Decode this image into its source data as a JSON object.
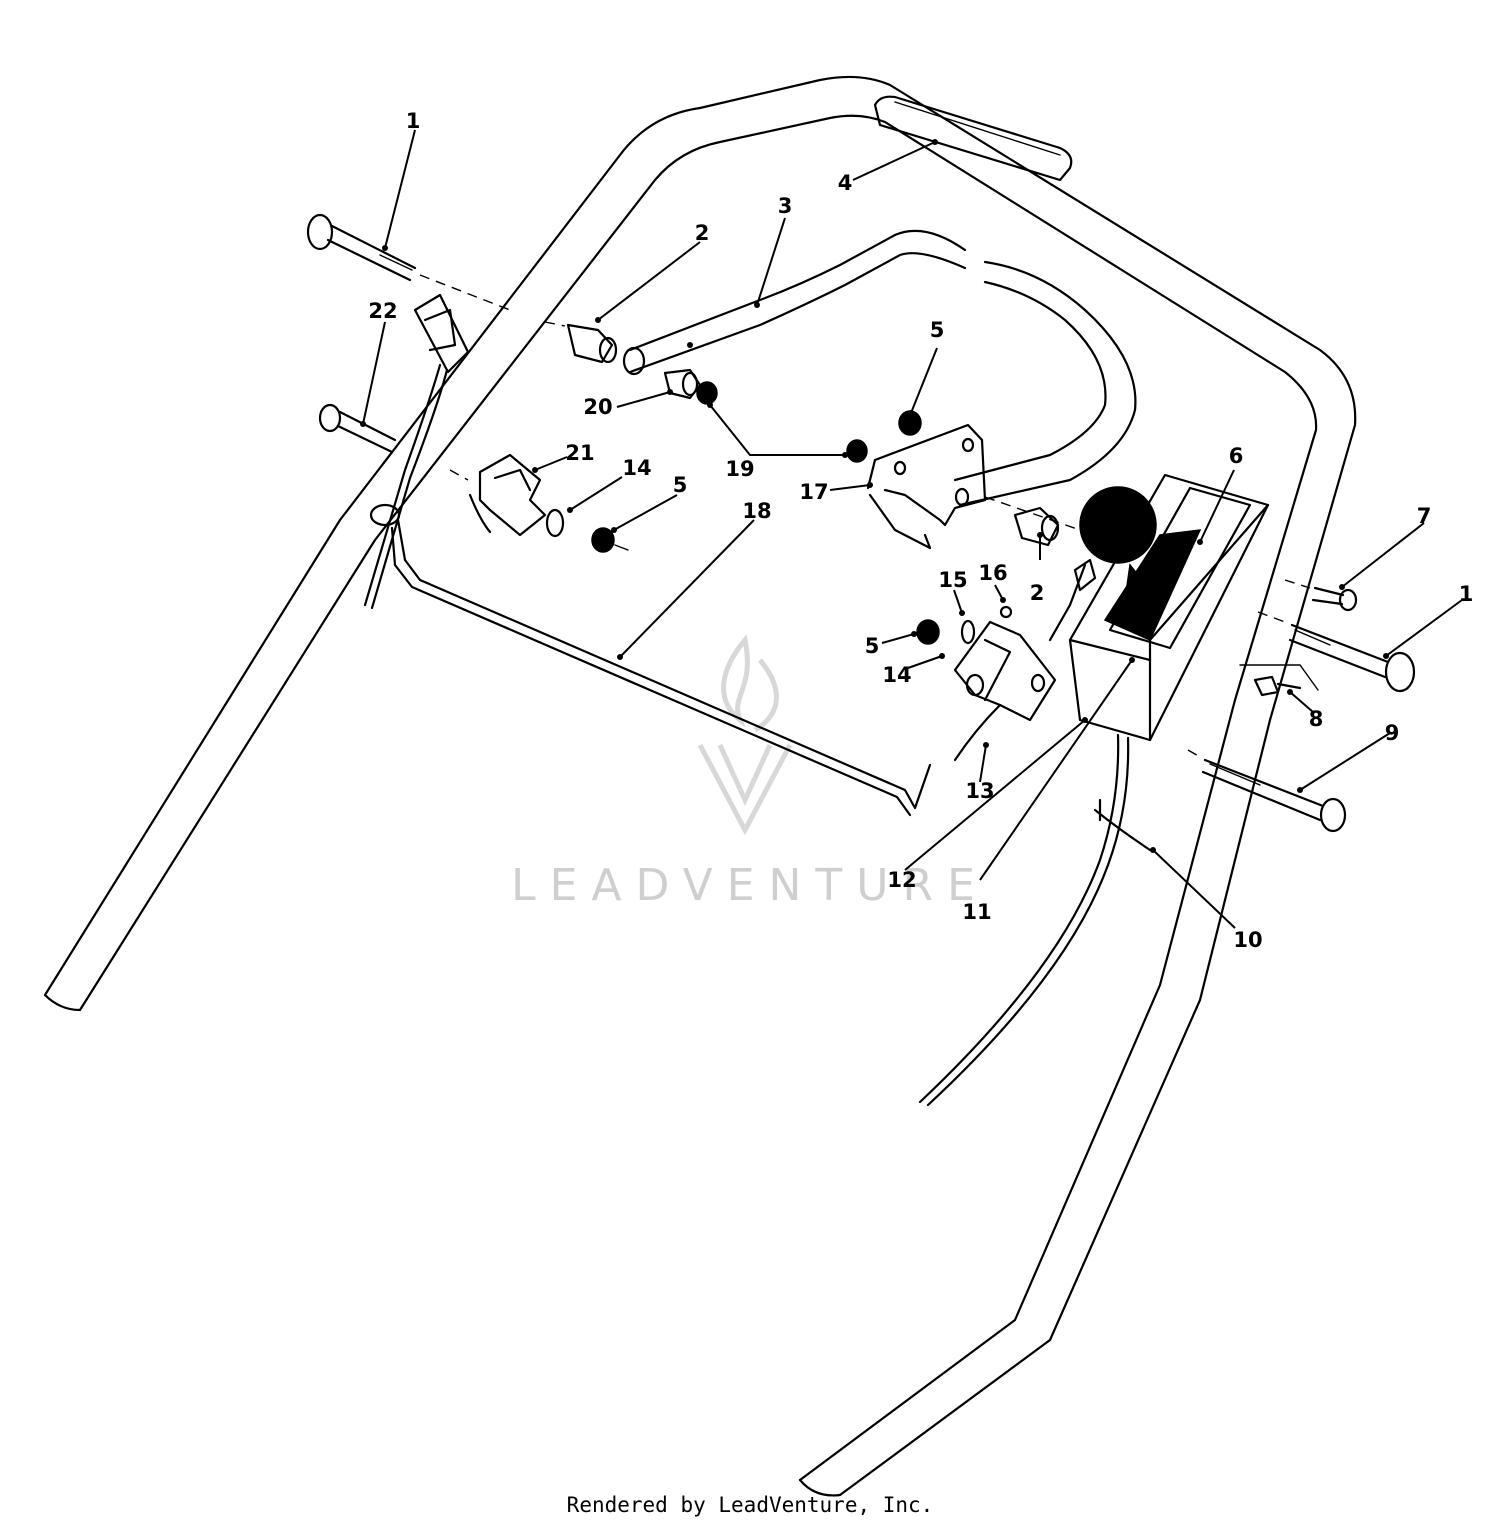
{
  "watermark": {
    "text": "LEADVENTURE"
  },
  "footer": {
    "text": "Rendered by LeadVenture, Inc."
  },
  "callouts": {
    "c1a": "1",
    "c1b": "1",
    "c2a": "2",
    "c2b": "2",
    "c3": "3",
    "c4": "4",
    "c5a": "5",
    "c5b": "5",
    "c5c": "5",
    "c6": "6",
    "c7": "7",
    "c8": "8",
    "c9": "9",
    "c10": "10",
    "c11": "11",
    "c12": "12",
    "c13": "13",
    "c14a": "14",
    "c14b": "14",
    "c15": "15",
    "c16": "16",
    "c17": "17",
    "c18": "18",
    "c19": "19",
    "c20": "20",
    "c21": "21",
    "c22": "22"
  }
}
